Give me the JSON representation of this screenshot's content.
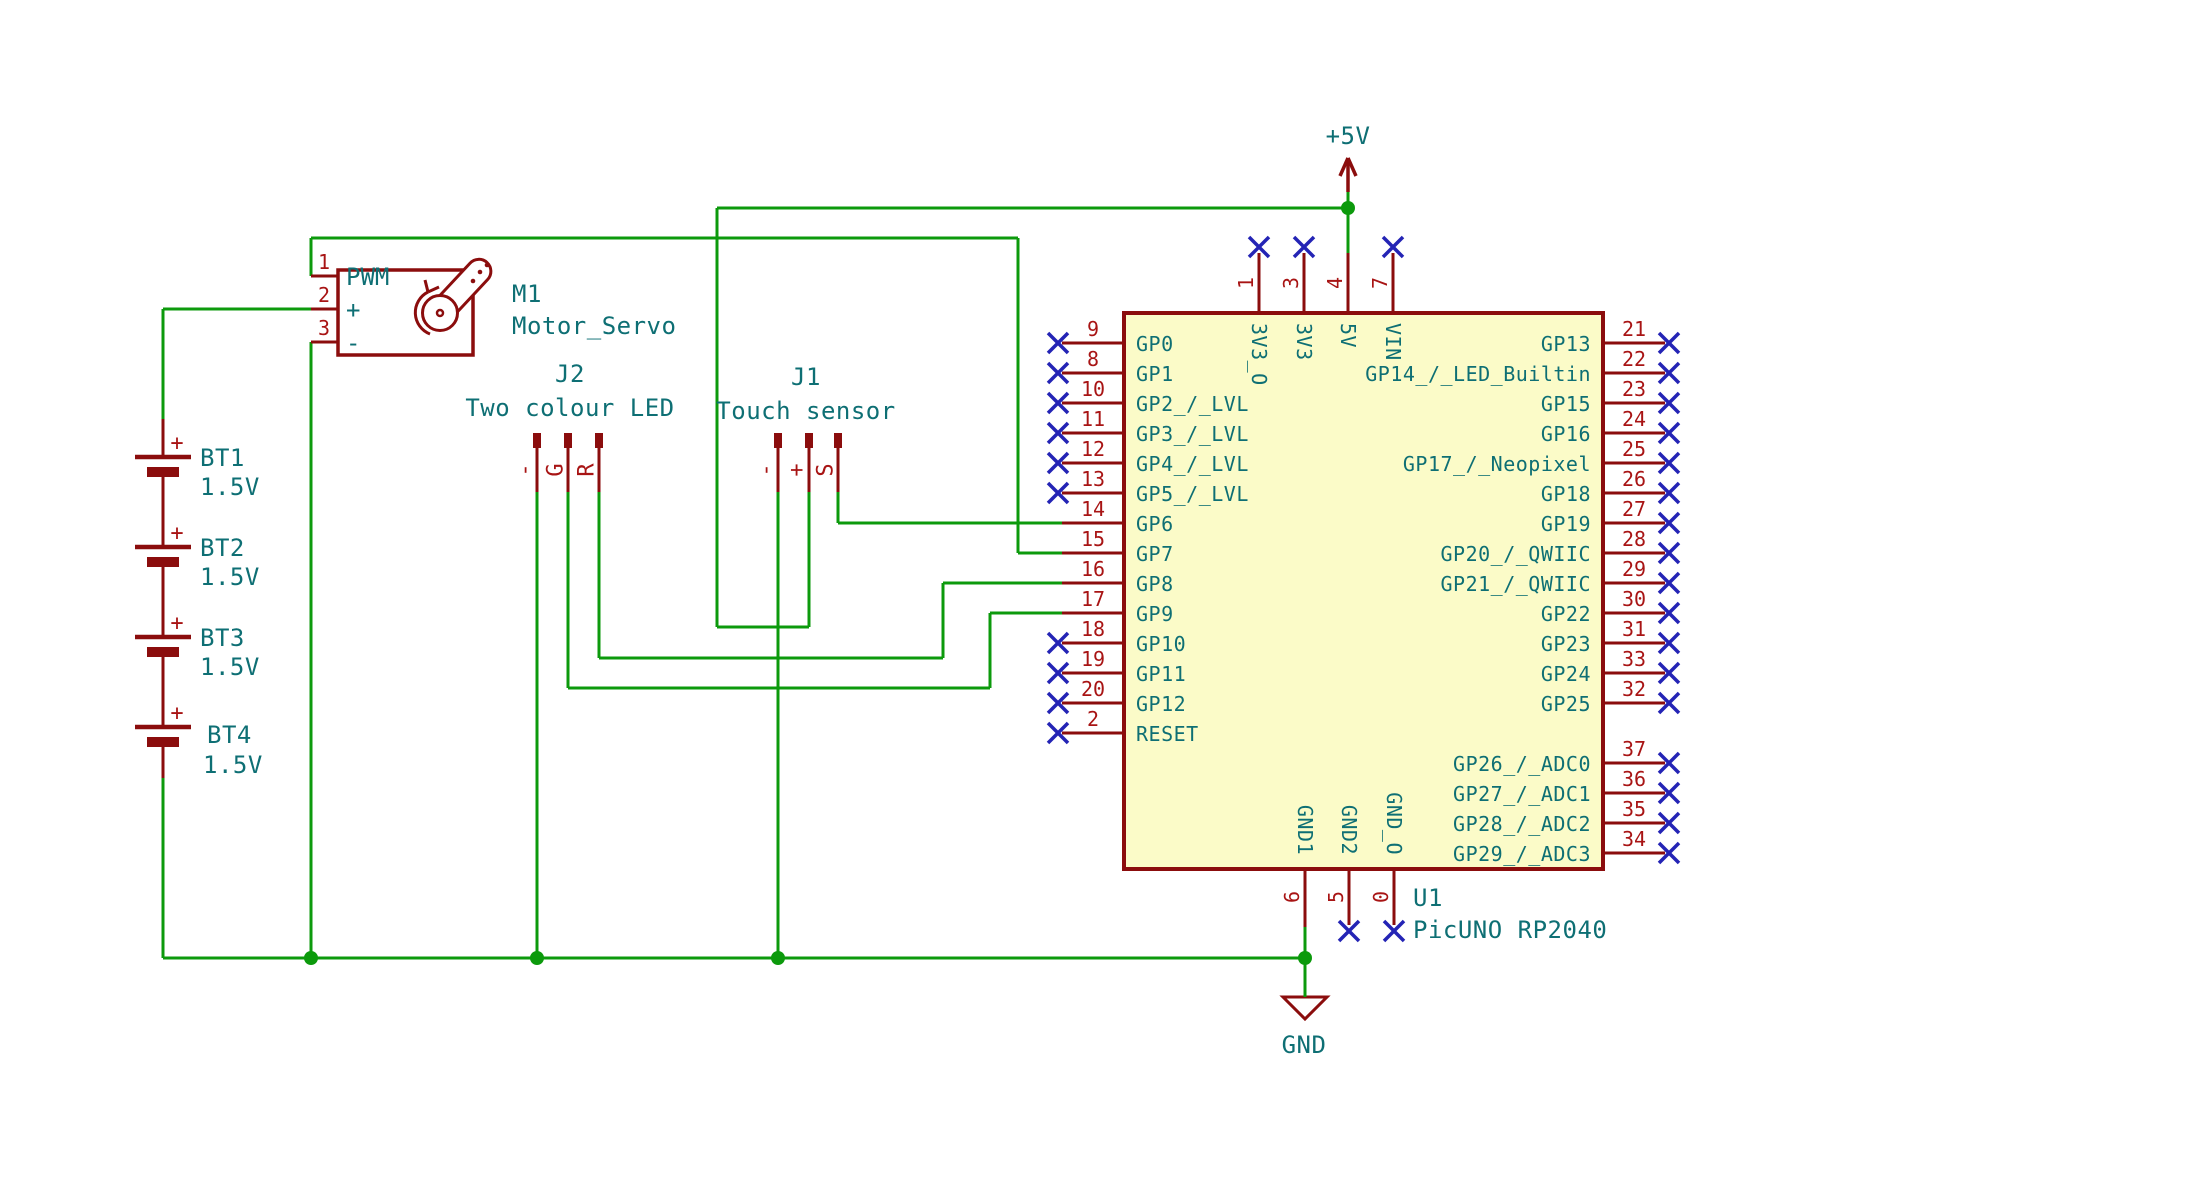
{
  "colors": {
    "background": "#ffffff",
    "wire_green": "#0c9a0c",
    "symbol_outline": "#8b0d0d",
    "pin_number_red": "#a81414",
    "text_teal": "#0e6f74",
    "no_connect_blue": "#2424b5",
    "chip_fill": "#fbfbc8"
  },
  "power": {
    "plus5v": "+5V",
    "gnd": "GND"
  },
  "chip": {
    "reference": "U1",
    "value": "PicUNO RP2040",
    "left_pins": [
      {
        "num": "9",
        "name": "GP0",
        "nc": true
      },
      {
        "num": "8",
        "name": "GP1",
        "nc": true
      },
      {
        "num": "10",
        "name": "GP2_/_LVL",
        "nc": true
      },
      {
        "num": "11",
        "name": "GP3_/_LVL",
        "nc": true
      },
      {
        "num": "12",
        "name": "GP4_/_LVL",
        "nc": true
      },
      {
        "num": "13",
        "name": "GP5_/_LVL",
        "nc": true
      },
      {
        "num": "14",
        "name": "GP6",
        "nc": false
      },
      {
        "num": "15",
        "name": "GP7",
        "nc": false
      },
      {
        "num": "16",
        "name": "GP8",
        "nc": false
      },
      {
        "num": "17",
        "name": "GP9",
        "nc": false
      },
      {
        "num": "18",
        "name": "GP10",
        "nc": true
      },
      {
        "num": "19",
        "name": "GP11",
        "nc": true
      },
      {
        "num": "20",
        "name": "GP12",
        "nc": true
      },
      {
        "num": "2",
        "name": "RESET",
        "nc": true
      }
    ],
    "right_pins": [
      {
        "num": "21",
        "name": "GP13",
        "nc": true
      },
      {
        "num": "22",
        "name": "GP14_/_LED_Builtin",
        "nc": true
      },
      {
        "num": "23",
        "name": "GP15",
        "nc": true
      },
      {
        "num": "24",
        "name": "GP16",
        "nc": true
      },
      {
        "num": "25",
        "name": "GP17_/_Neopixel",
        "nc": true
      },
      {
        "num": "26",
        "name": "GP18",
        "nc": true
      },
      {
        "num": "27",
        "name": "GP19",
        "nc": true
      },
      {
        "num": "28",
        "name": "GP20_/_QWIIC",
        "nc": true
      },
      {
        "num": "29",
        "name": "GP21_/_QWIIC",
        "nc": true
      },
      {
        "num": "30",
        "name": "GP22",
        "nc": true
      },
      {
        "num": "31",
        "name": "GP23",
        "nc": true
      },
      {
        "num": "33",
        "name": "GP24",
        "nc": true
      },
      {
        "num": "32",
        "name": "GP25",
        "nc": true
      }
    ],
    "adc_pins": [
      {
        "num": "37",
        "name": "GP26_/_ADC0",
        "nc": true
      },
      {
        "num": "36",
        "name": "GP27_/_ADC1",
        "nc": true
      },
      {
        "num": "35",
        "name": "GP28_/_ADC2",
        "nc": true
      },
      {
        "num": "34",
        "name": "GP29_/_ADC3",
        "nc": true
      }
    ],
    "top_pins": [
      {
        "num": "1",
        "name": "3V3_O",
        "nc": true
      },
      {
        "num": "3",
        "name": "3V3",
        "nc": true
      },
      {
        "num": "4",
        "name": "5V",
        "nc": false
      },
      {
        "num": "7",
        "name": "VIN",
        "nc": true
      }
    ],
    "bottom_pins": [
      {
        "num": "6",
        "name": "GND1",
        "nc": false
      },
      {
        "num": "5",
        "name": "GND2",
        "nc": true
      },
      {
        "num": "0",
        "name": "GND_O",
        "nc": true
      }
    ]
  },
  "servo": {
    "reference": "M1",
    "value": "Motor_Servo",
    "pins": [
      {
        "num": "1",
        "name": "PWM"
      },
      {
        "num": "2",
        "name": "+"
      },
      {
        "num": "3",
        "name": "-"
      }
    ]
  },
  "led_connector": {
    "reference": "J2",
    "value": "Two colour LED",
    "pin_labels": [
      "-",
      "G",
      "R"
    ]
  },
  "touch_connector": {
    "reference": "J1",
    "value": "Touch sensor",
    "pin_labels": [
      "-",
      "+",
      "S"
    ]
  },
  "batteries": {
    "plus": "+",
    "cells": [
      {
        "reference": "BT1",
        "value": "1.5V"
      },
      {
        "reference": "BT2",
        "value": "1.5V"
      },
      {
        "reference": "BT3",
        "value": "1.5V"
      },
      {
        "reference": "BT4",
        "value": "1.5V"
      }
    ]
  }
}
